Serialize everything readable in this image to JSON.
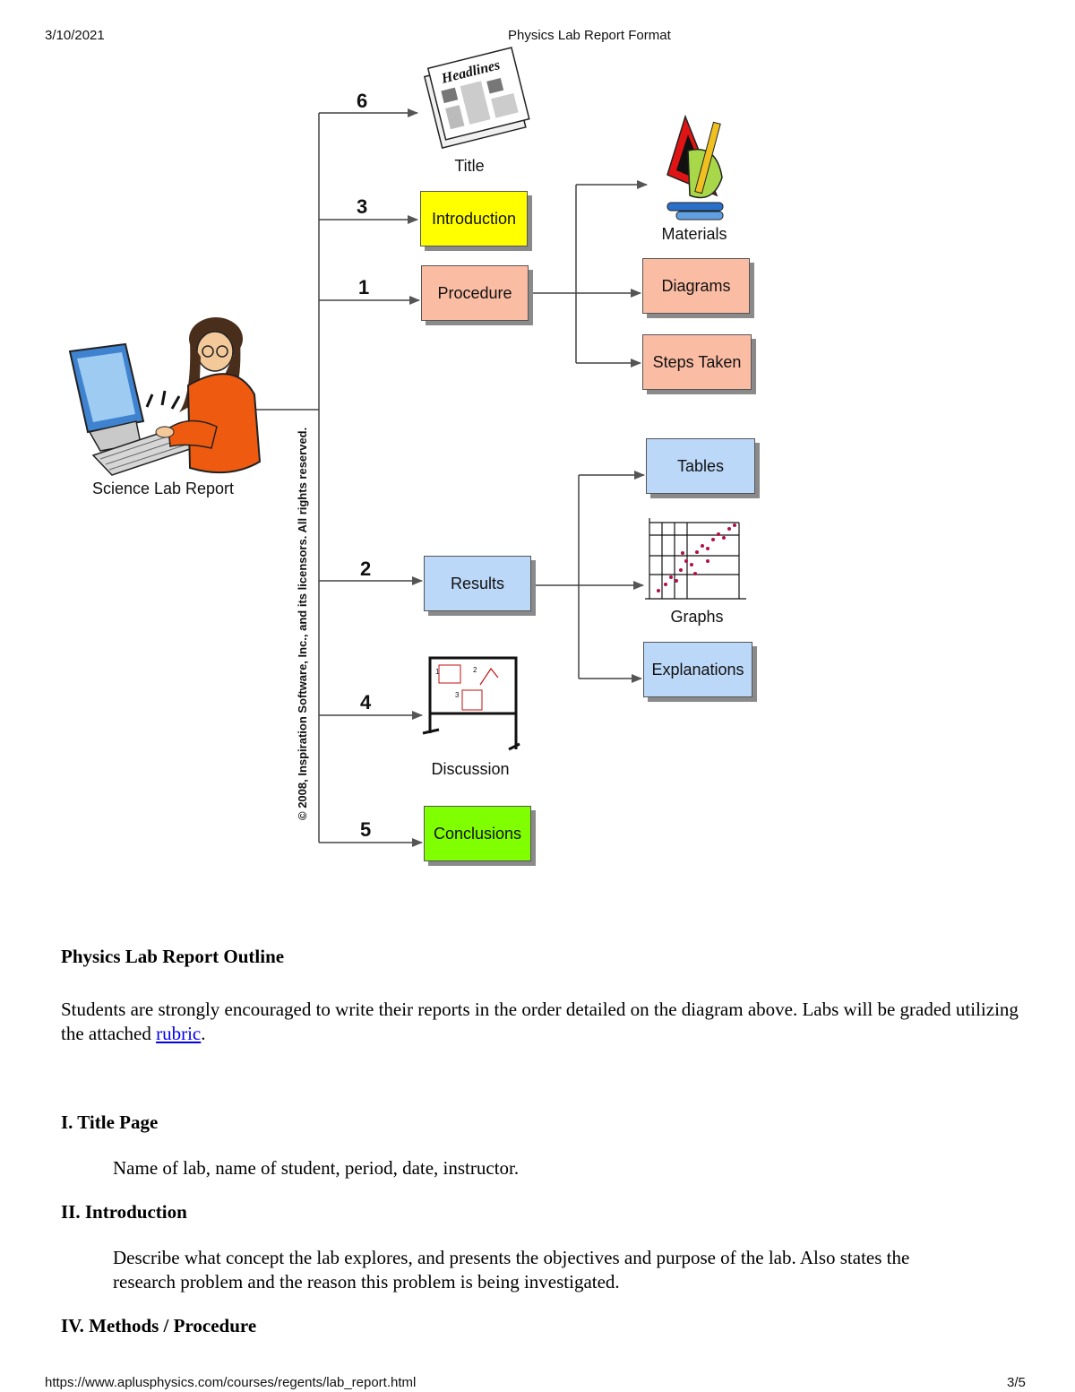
{
  "header": {
    "date": "3/10/2021",
    "title": "Physics Lab Report Format"
  },
  "diagram": {
    "root_label": "Science Lab Report",
    "copyright": "© 2008, Inspiration Software, Inc., and its licensors. All rights reserved.",
    "branches": [
      {
        "number": "6",
        "label": "Title"
      },
      {
        "number": "3",
        "label": "Introduction"
      },
      {
        "number": "1",
        "label": "Procedure"
      },
      {
        "number": "2",
        "label": "Results"
      },
      {
        "number": "4",
        "label": "Discussion"
      },
      {
        "number": "5",
        "label": "Conclusions"
      }
    ],
    "procedure_children": [
      "Materials",
      "Diagrams",
      "Steps Taken"
    ],
    "results_children": [
      "Tables",
      "Graphs",
      "Explanations"
    ],
    "colors": {
      "introduction": "#ffff00",
      "procedure": "#fbbca4",
      "results": "#bcd8f8",
      "conclusions": "#80ff00"
    }
  },
  "outline": {
    "heading": "Physics Lab Report Outline",
    "intro_text": "Students are strongly encouraged to write their reports in the order detailed on the diagram above. Labs will be graded utilizing the attached",
    "link_text": "rubric",
    "intro_end": ".",
    "sections": [
      {
        "heading": "I. Title Page",
        "body": "Name of lab, name of student, period, date, instructor."
      },
      {
        "heading": "II. Introduction",
        "body": "Describe what concept the lab explores, and presents the objectives and purpose of the lab. Also states the research problem and the reason this problem is being investigated."
      },
      {
        "heading": "IV. Methods / Procedure"
      }
    ]
  },
  "footer": {
    "url": "https://www.aplusphysics.com/courses/regents/lab_report.html",
    "page": "3/5"
  }
}
